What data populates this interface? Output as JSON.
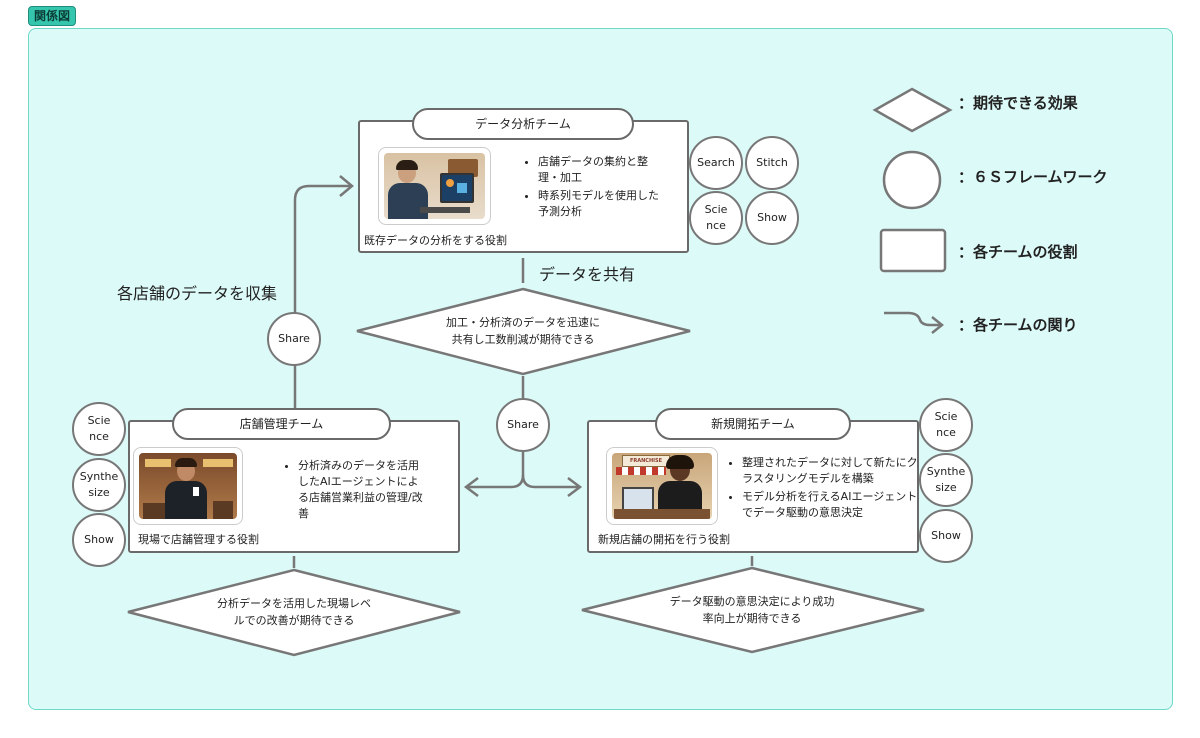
{
  "tag": "関係図",
  "teams": {
    "analysis": {
      "title": "データ分析チーム",
      "caption": "既存データの分析をする役割",
      "bullets": [
        "店舗データの集約と整理・加工",
        "時系列モデルを使用した予測分析"
      ],
      "circles": [
        "Search",
        "Stitch",
        "Scie\nnce",
        "Show"
      ]
    },
    "store": {
      "title": "店舗管理チーム",
      "caption": "現場で店舗管理する役割",
      "bullets": [
        "分析済みのデータを活用したAIエージェントによる店舗営業利益の管理/改善"
      ],
      "circles": [
        "Scie\nnce",
        "Synthe\nsize",
        "Show"
      ]
    },
    "newdev": {
      "title": "新規開拓チーム",
      "caption": "新規店舗の開拓を行う役割",
      "bullets": [
        "整理されたデータに対して新たにクラスタリングモデルを構築",
        "モデル分析を行えるAIエージェントでデータ駆動の意思決定"
      ],
      "circles": [
        "Scie\nnce",
        "Synthe\nsize",
        "Show"
      ],
      "photo_sign": "FRANCHISE"
    }
  },
  "connectors": {
    "share_left": "Share",
    "share_center": "Share",
    "collect_label": "各店舗のデータを収集",
    "shared_label": "データを共有"
  },
  "effects": {
    "center": "加工・分析済のデータを迅速に\n共有し工数削減が期待できる",
    "left": "分析データを活用した現場レベ\nルでの改善が期待できる",
    "right": "データ駆動の意思決定により成功\n率向上が期待できる"
  },
  "legend": {
    "diamond": "：期待できる効果",
    "circle": "：６Ｓフレームワーク",
    "rect": "：各チームの役割",
    "arrow": "：各チームの関り"
  },
  "colors": {
    "canvas": "#dcfaf8",
    "border": "#6a6a6a",
    "tag": "#35c6ad"
  }
}
